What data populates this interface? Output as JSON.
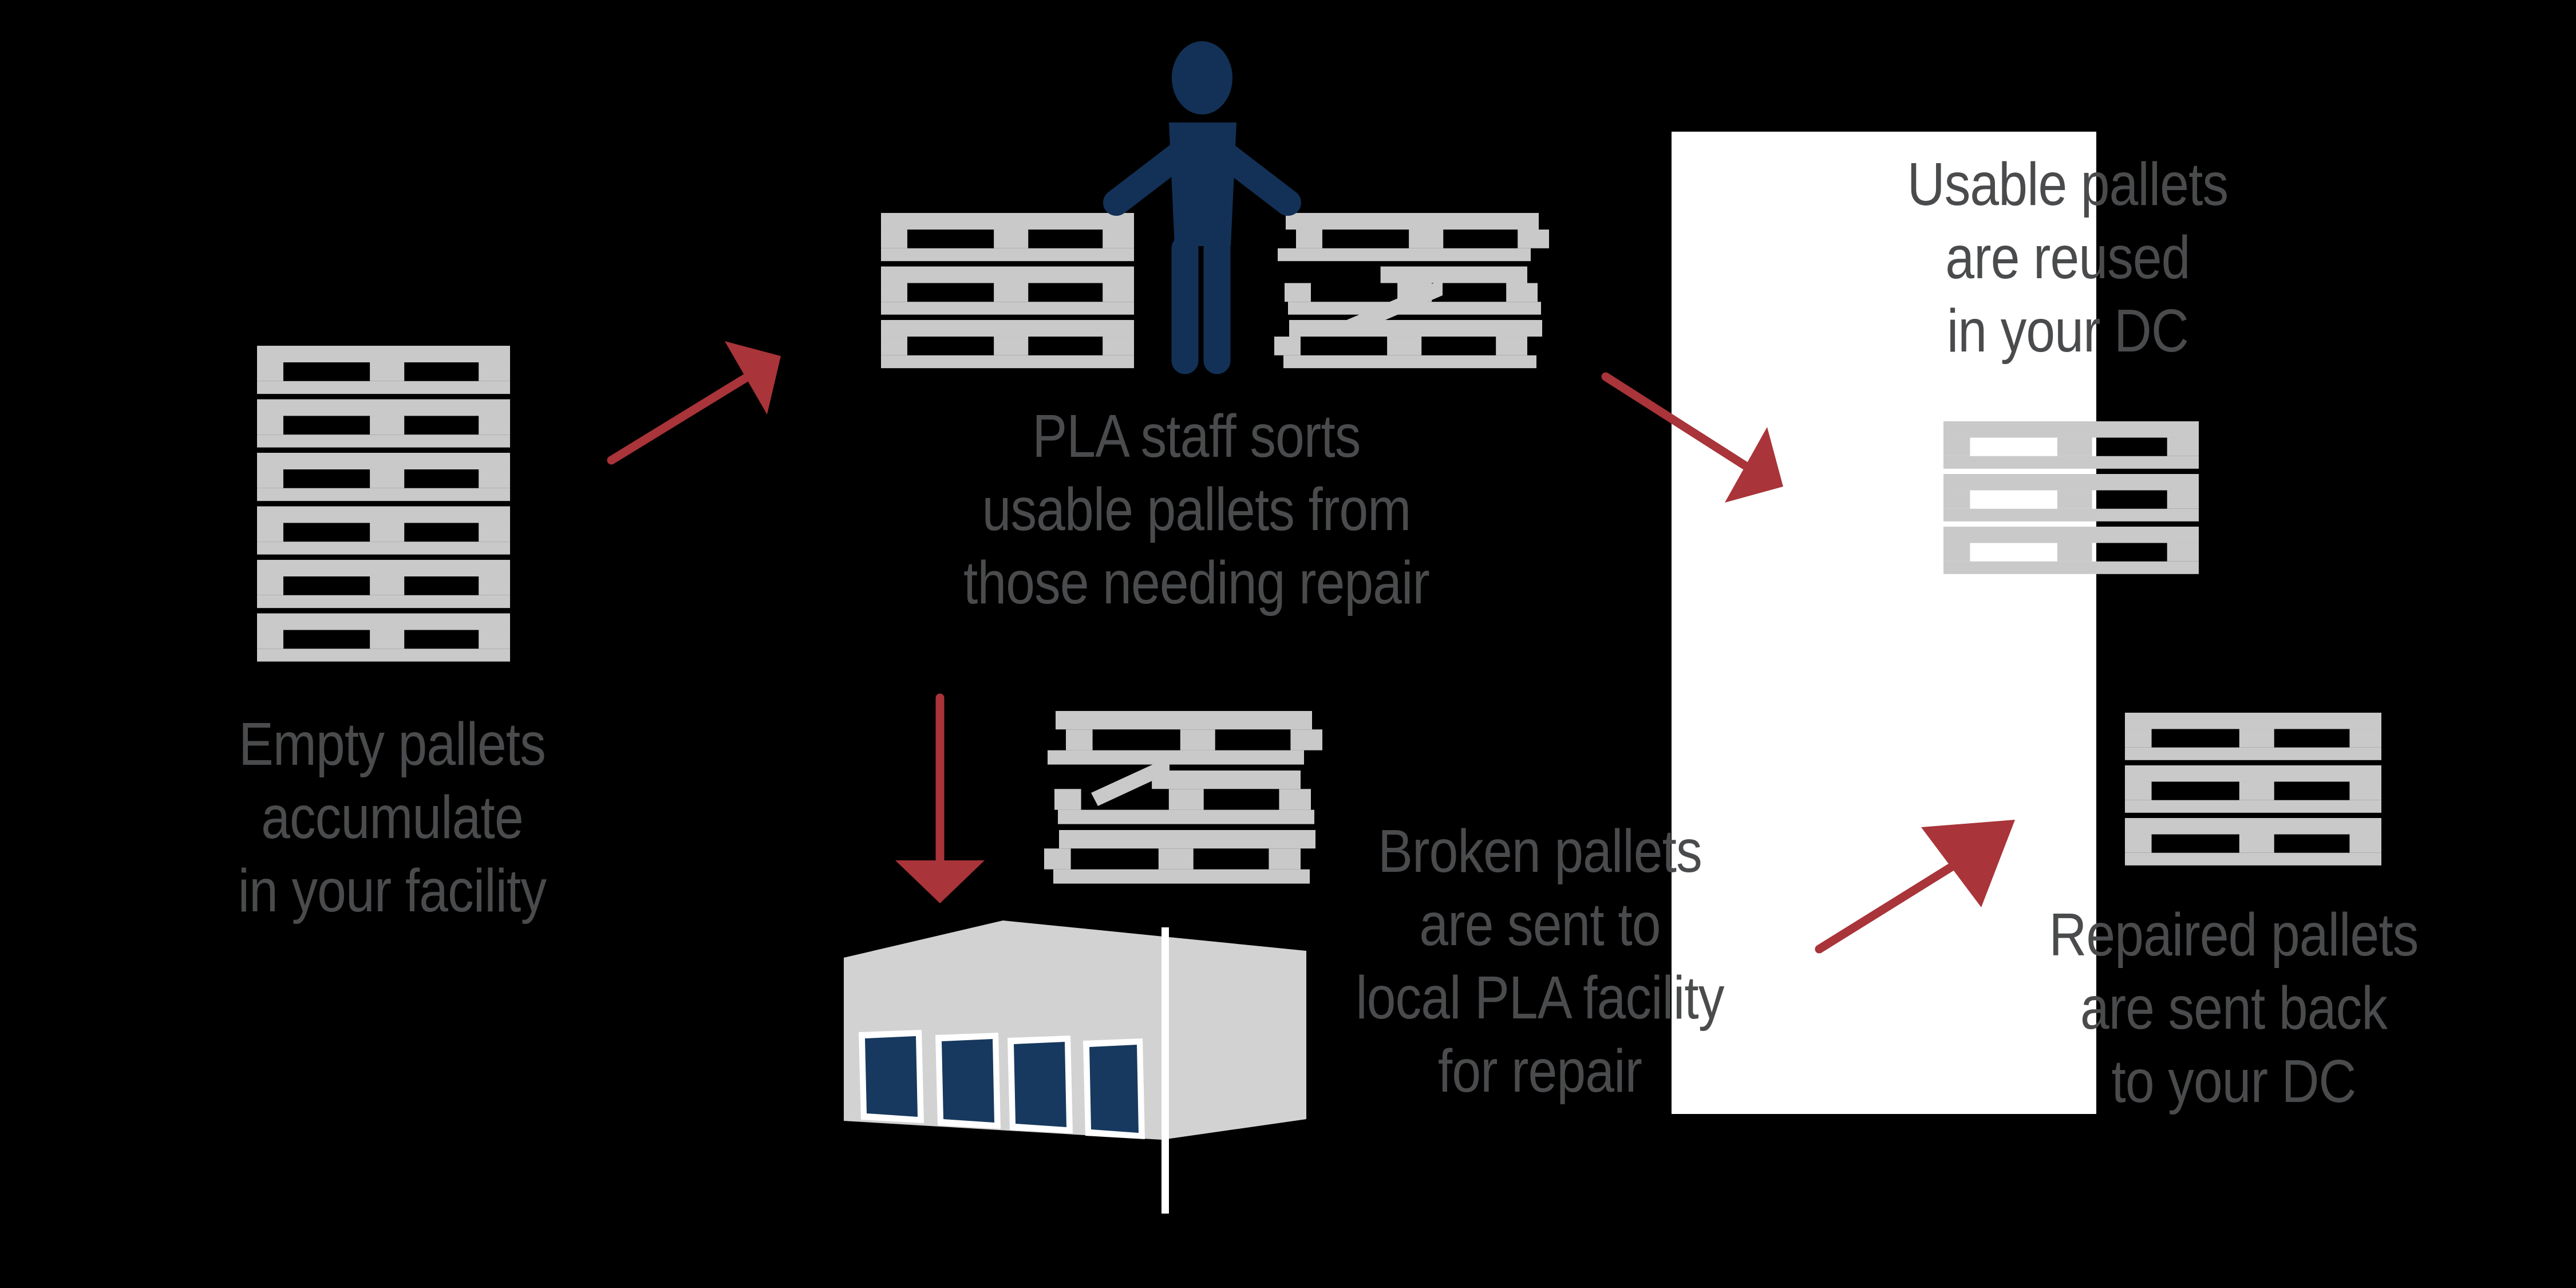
{
  "diagram": {
    "background": "#000000",
    "colors": {
      "pallet": "#c9c9c9",
      "building": "#d2d2d3",
      "person": "#133156",
      "door": "#17395f",
      "arrow": "#a93439",
      "text": "#4a4b4d",
      "panel": "#ffffff"
    },
    "panel": {
      "name": "dc-panel"
    },
    "icons": [
      {
        "name": "empty-pallet-stack-icon"
      },
      {
        "name": "worker-icon"
      },
      {
        "name": "usable-pallet-stack-sorted-icon"
      },
      {
        "name": "broken-pallet-stack-sorted-icon"
      },
      {
        "name": "broken-pallet-stack-icon"
      },
      {
        "name": "warehouse-icon"
      },
      {
        "name": "usable-pallet-stack-icon"
      },
      {
        "name": "repaired-pallet-stack-icon"
      },
      {
        "name": "arrow-empty-to-sort-icon"
      },
      {
        "name": "arrow-sort-to-dc-icon"
      },
      {
        "name": "arrow-sort-to-warehouse-icon"
      },
      {
        "name": "arrow-warehouse-to-dc-icon"
      }
    ],
    "captions": {
      "empty": {
        "lines": [
          "Empty pallets",
          "accumulate",
          "in your facility"
        ]
      },
      "sort": {
        "lines": [
          "PLA staff sorts",
          "usable pallets from",
          "those needing repair"
        ]
      },
      "usable": {
        "lines": [
          "Usable pallets",
          "are reused",
          "in your DC"
        ]
      },
      "broken": {
        "lines": [
          "Broken pallets",
          "are sent to",
          "local PLA facility",
          "for repair"
        ]
      },
      "repaired": {
        "lines": [
          "Repaired pallets",
          "are sent back",
          "to your DC"
        ]
      }
    }
  }
}
